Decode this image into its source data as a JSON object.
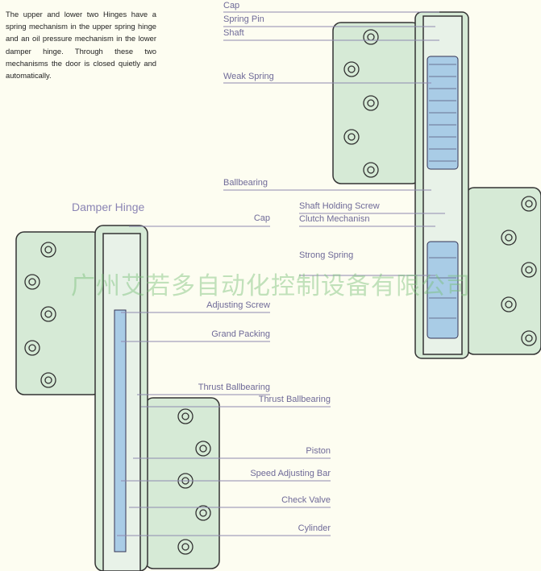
{
  "description": "The upper and lower two Hinges have a spring mechanism in the upper spring hinge and an oil pressure mechanism in the lower damper hinge. Through these two mechanisms the door is closed quietly and automatically.",
  "spring_hinge": {
    "labels": [
      "Cap",
      "Spring Pin",
      "Shaft",
      "Weak Spring",
      "Ballbearing",
      "Shaft Holding Screw",
      "Clutch Mechanisn",
      "Strong Spring"
    ]
  },
  "damper_hinge": {
    "title": "Damper Hinge",
    "labels": [
      "Cap",
      "Adjusting Screw",
      "Grand Packing",
      "Thrust Ballbearing",
      "Thrust Ballbearing",
      "Piston",
      "Speed Adjusting Bar",
      "Check Valve",
      "Cylinder"
    ]
  },
  "watermark": "广州艾若多自动化控制设备有限公司",
  "colors": {
    "hinge": "#d6ead6",
    "spring": "#a9cce6",
    "label": "#6f6a98"
  }
}
